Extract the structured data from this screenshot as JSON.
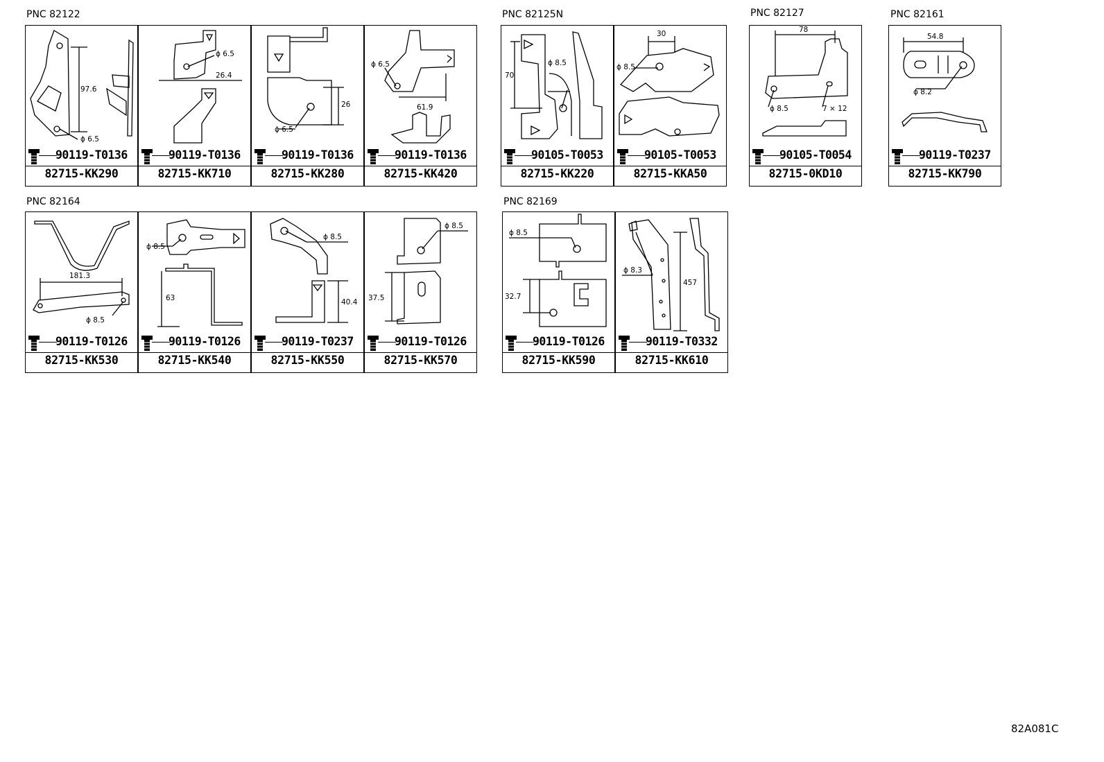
{
  "groups": [
    {
      "pnc": "PNC 82122",
      "cells": [
        {
          "part": "82715-KK290",
          "bolt": "90119-T0136",
          "dims": [
            "97.6",
            "ϕ 6.5"
          ]
        },
        {
          "part": "82715-KK710",
          "bolt": "90119-T0136",
          "dims": [
            "ϕ 6.5",
            "26.4"
          ]
        },
        {
          "part": "82715-KK280",
          "bolt": "90119-T0136",
          "dims": [
            "26",
            "ϕ 6.5"
          ]
        },
        {
          "part": "82715-KK420",
          "bolt": "90119-T0136",
          "dims": [
            "ϕ 6.5",
            "61.9"
          ]
        }
      ]
    },
    {
      "pnc": "PNC 82125N",
      "cells": [
        {
          "part": "82715-KK220",
          "bolt": "90105-T0053",
          "dims": [
            "70",
            "ϕ 8.5"
          ]
        },
        {
          "part": "82715-KKA50",
          "bolt": "90105-T0053",
          "dims": [
            "30",
            "ϕ 8.5"
          ]
        }
      ]
    },
    {
      "pnc": "PNC 82127",
      "cells": [
        {
          "part": "82715-0KD10",
          "bolt": "90105-T0054",
          "dims": [
            "78",
            "ϕ 8.5",
            "7 × 12"
          ]
        }
      ]
    },
    {
      "pnc": "PNC 82161",
      "cells": [
        {
          "part": "82715-KK790",
          "bolt": "90119-T0237",
          "dims": [
            "54.8",
            "ϕ 8.2"
          ]
        }
      ]
    },
    {
      "pnc": "PNC 82164",
      "cells": [
        {
          "part": "82715-KK530",
          "bolt": "90119-T0126",
          "dims": [
            "181.3",
            "ϕ 8.5"
          ]
        },
        {
          "part": "82715-KK540",
          "bolt": "90119-T0126",
          "dims": [
            "ϕ 8.5",
            "63"
          ]
        },
        {
          "part": "82715-KK550",
          "bolt": "90119-T0237",
          "dims": [
            "ϕ 8.5",
            "40.4"
          ]
        },
        {
          "part": "82715-KK570",
          "bolt": "90119-T0126",
          "dims": [
            "ϕ 8.5",
            "37.5"
          ]
        }
      ]
    },
    {
      "pnc": "PNC 82169",
      "cells": [
        {
          "part": "82715-KK590",
          "bolt": "90119-T0126",
          "dims": [
            "ϕ 8.5",
            "32.7"
          ]
        },
        {
          "part": "82715-KK610",
          "bolt": "90119-T0332",
          "dims": [
            "ϕ 8.3",
            "457"
          ]
        }
      ]
    }
  ],
  "reference": "82A081C"
}
